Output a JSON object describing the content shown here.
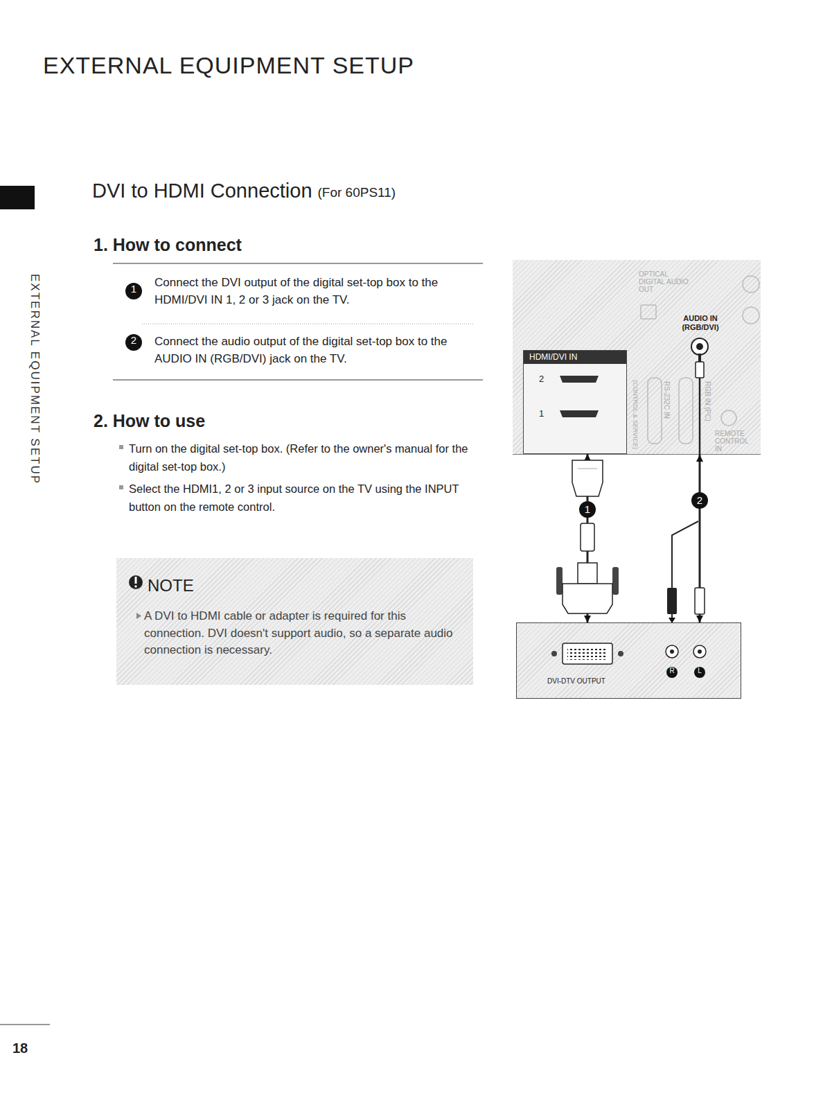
{
  "diagram": {
    "title": "EXTERNAL EQUIPMENT SETUP",
    "nodes": [
      {
        "text": [
          "NOTE",
          "A DVI to HDMI cable or adapter is required for this connection. DVI doesn't support audio, so a separate audio connection is necessary."
        ]
      },
      {
        "text": [
          "AUDIO IN (RGB/DVI)"
        ]
      },
      {
        "text": [
          "HDMI/DVI IN"
        ],
        "in": 1
      },
      {
        "text": [
          "DVI-DTV OUTPUT"
        ]
      }
    ],
    "edges": [
      {
        "from": 3,
        "to": 2,
        "arrow": "both",
        "label": "1"
      },
      {
        "from": 3,
        "to": 1,
        "arrow": "both",
        "label": "2"
      }
    ],
    "labels": [
      "DVI to HDMI Connection",
      "(For 60PS11)",
      "1. How to connect",
      "1",
      "Connect the DVI output of the digital set-top box to the HDMI/DVI IN 1, 2 or 3 jack on the TV.",
      "2",
      "Connect the audio output of the digital set-top box to the AUDIO IN (RGB/DVI) jack on the TV.",
      "2. How to use",
      "Turn on the digital set-top box. (Refer to the owner's manual for the digital set-top box.)",
      "Select the HDMI1, 2 or 3 input source on the TV using the INPUT button on the remote control.",
      "OPTICAL DIGITAL AUDIO OUT",
      "(CONTROL & SERVICE)",
      "RS-232C IN",
      "RGB IN (PC)",
      "REMOTE CONTROL IN",
      "2",
      "1",
      "R",
      "L",
      "EXTERNAL EQUIPMENT SETUP",
      "18"
    ]
  }
}
